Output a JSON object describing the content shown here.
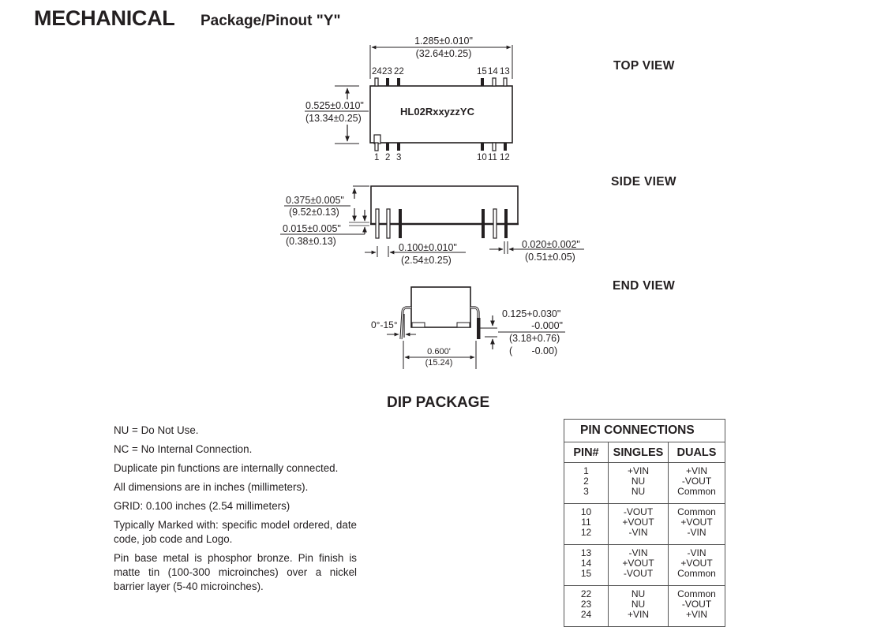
{
  "header": {
    "title": "MECHANICAL",
    "subtitle": "Package/Pinout \"Y\""
  },
  "views": {
    "top": "TOP  VIEW",
    "side": "SIDE  VIEW",
    "end": "END  VIEW"
  },
  "top_view": {
    "part_marking": "HL02RxxyzzYC",
    "width_in": "1.285±0.010\"",
    "width_mm": "(32.64±0.25)",
    "height_in": "0.525±0.010\"",
    "height_mm": "(13.34±0.25)",
    "pins_top_left": [
      "24",
      "23",
      "22"
    ],
    "pins_top_right": [
      "15",
      "14",
      "13"
    ],
    "pins_bottom_left": [
      "1",
      "2",
      "3"
    ],
    "pins_bottom_right": [
      "10",
      "11",
      "12"
    ]
  },
  "side_view": {
    "height_in": "0.375±0.005\"",
    "height_mm": "(9.52±0.13)",
    "standoff_in": "0.015±0.005\"",
    "standoff_mm": "(0.38±0.13)",
    "pitch_in": "0.100±0.010\"",
    "pitch_mm": "(2.54±0.25)",
    "pin_width_in": "0.020±0.002\"",
    "pin_width_mm": "(0.51±0.05)"
  },
  "end_view": {
    "angle": "0°-15°",
    "row_spacing_in": "0.600'",
    "row_spacing_mm": "(15.24)",
    "pin_length_in_1": "0.125+0.030\"",
    "pin_length_in_2": "-0.000\"",
    "pin_length_mm_1": "(3.18+0.76)",
    "pin_length_mm_2": "(       -0.00)"
  },
  "dip_label": "DIP PACKAGE",
  "notes": [
    "NU = Do Not Use.",
    "NC = No Internal Connection.",
    "Duplicate pin functions are internally connected.",
    "All dimensions are in inches (millimeters).",
    "GRID: 0.100 inches (2.54 millimeters)",
    "Typically Marked with: specific model  ordered, date code, job code and Logo.",
    "Pin base metal is phosphor bronze. Pin finish is matte tin (100-300 microinches) over a nickel barrier layer (5-40 microinches)."
  ],
  "pin_table": {
    "caption": "PIN CONNECTIONS",
    "headers": [
      "PIN#",
      "SINGLES",
      "DUALS"
    ],
    "groups": [
      {
        "pins": [
          "1",
          "2",
          "3"
        ],
        "singles": [
          "+VIN",
          "NU",
          "NU"
        ],
        "duals": [
          "+VIN",
          "-VOUT",
          "Common"
        ]
      },
      {
        "pins": [
          "10",
          "11",
          "12"
        ],
        "singles": [
          "-VOUT",
          "+VOUT",
          "-VIN"
        ],
        "duals": [
          "Common",
          "+VOUT",
          "-VIN"
        ]
      },
      {
        "pins": [
          "13",
          "14",
          "15"
        ],
        "singles": [
          "-VIN",
          "+VOUT",
          "-VOUT"
        ],
        "duals": [
          "-VIN",
          "+VOUT",
          "Common"
        ]
      },
      {
        "pins": [
          "22",
          "23",
          "24"
        ],
        "singles": [
          "NU",
          "NU",
          "+VIN"
        ],
        "duals": [
          "Common",
          "-VOUT",
          "+VIN"
        ]
      }
    ]
  }
}
